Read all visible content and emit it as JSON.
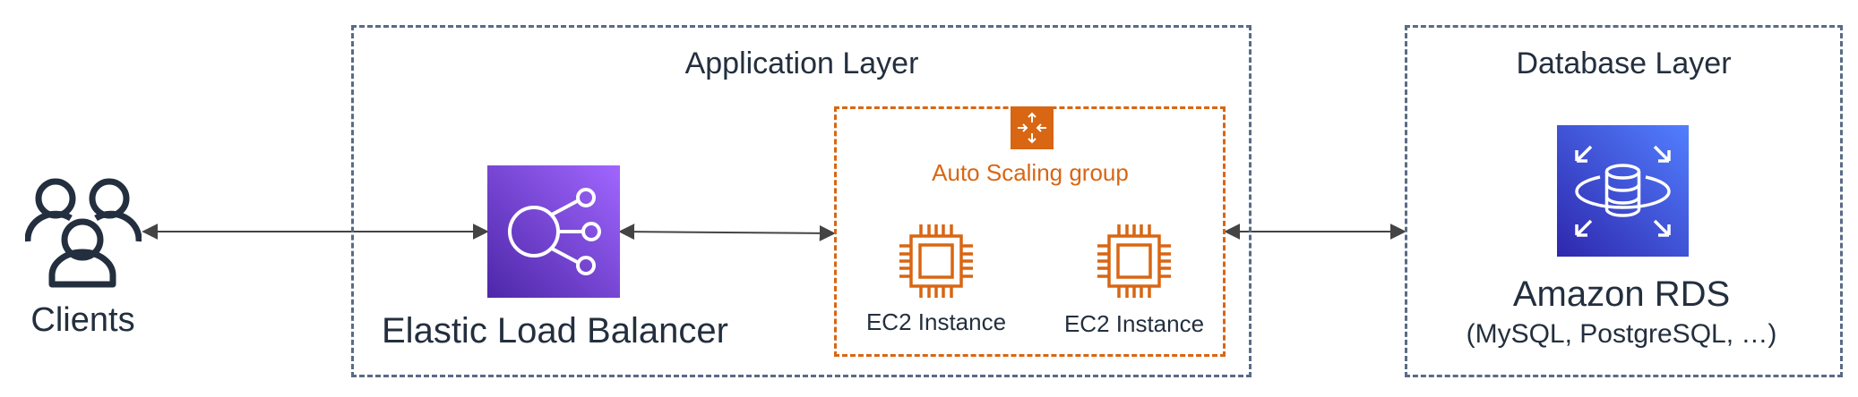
{
  "clients": {
    "label": "Clients",
    "icon": "users-group-icon"
  },
  "application_layer": {
    "title": "Application Layer"
  },
  "load_balancer": {
    "label": "Elastic Load Balancer",
    "icon": "elastic-load-balancer-icon",
    "color_from": "#8c4fff",
    "color_to": "#5a30b5"
  },
  "auto_scaling": {
    "label": "Auto Scaling group",
    "icon": "auto-scaling-icon",
    "color": "#d86613",
    "instances": [
      {
        "label": "EC2 Instance",
        "icon": "ec2-chip-icon"
      },
      {
        "label": "EC2 Instance",
        "icon": "ec2-chip-icon"
      }
    ]
  },
  "database_layer": {
    "title": "Database Layer"
  },
  "rds": {
    "label": "Amazon RDS",
    "sublabel": "(MySQL, PostgreSQL, …)",
    "icon": "rds-database-icon",
    "color_from": "#4d72f3",
    "color_to": "#2e27ad"
  },
  "colors": {
    "layer_border": "#5a6b86",
    "arrow": "#444444",
    "text": "#232f3e"
  }
}
